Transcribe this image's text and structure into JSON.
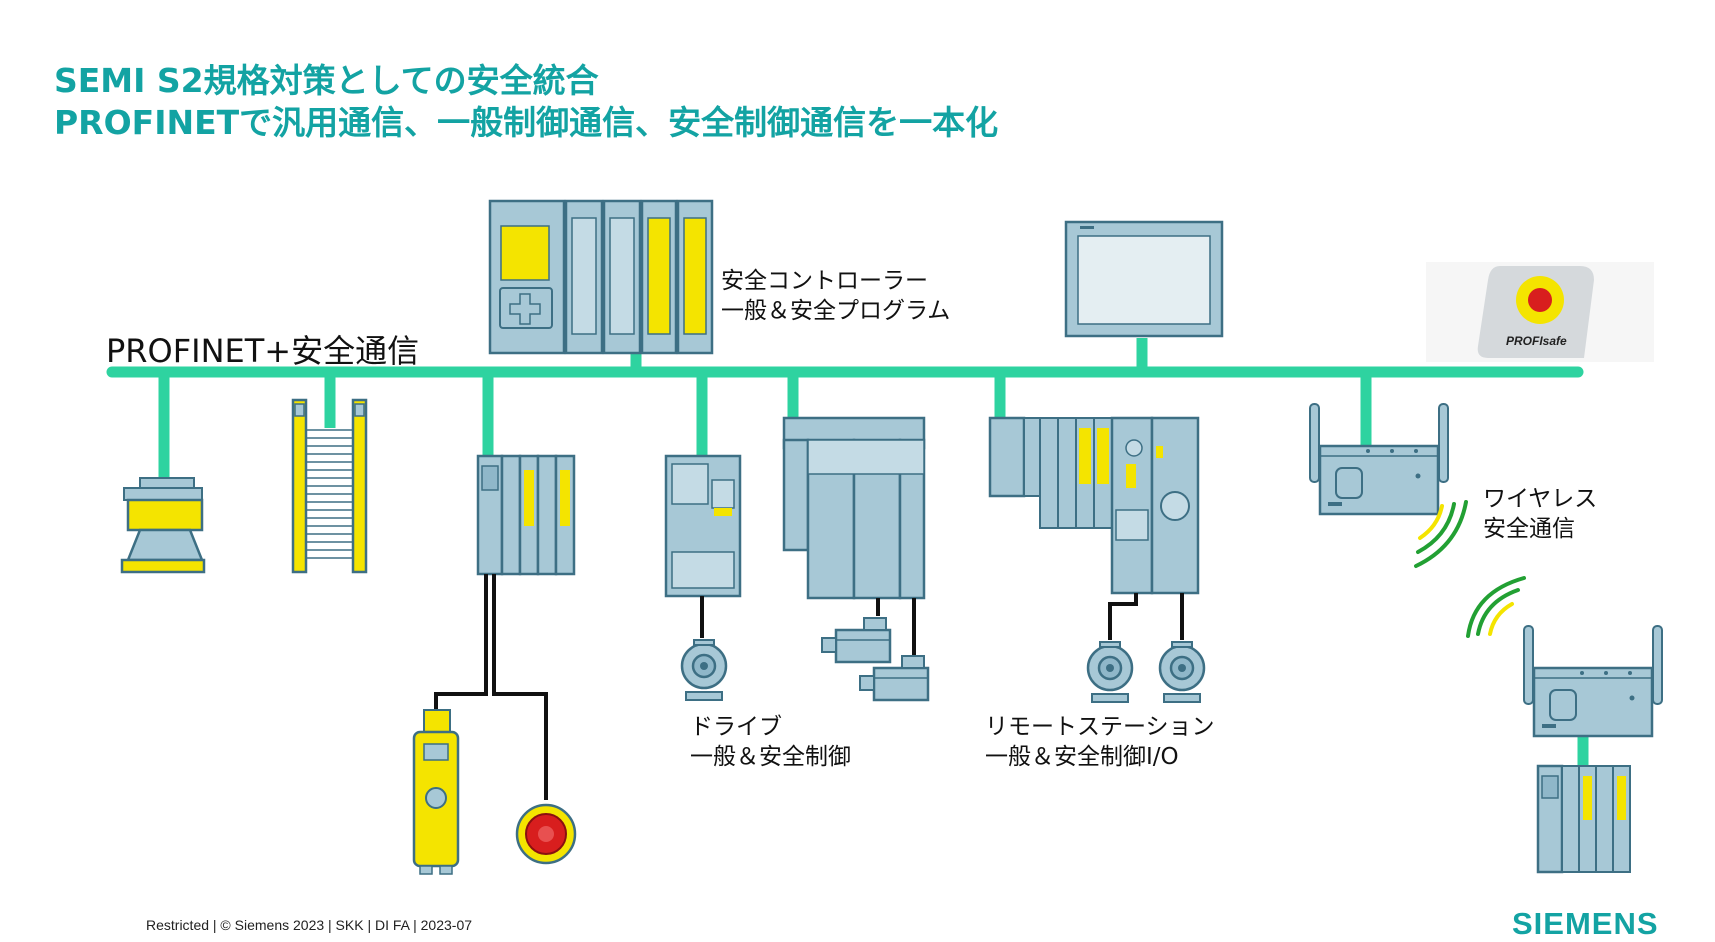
{
  "title": {
    "line1": "SEMI S2規格対策としての安全統合",
    "line2": "PROFINETで汎用通信、一般制御通信、安全制御通信を一本化"
  },
  "bus_label": "PROFINET+安全通信",
  "labels": {
    "controller": [
      "安全コントローラー",
      "一般＆安全プログラム"
    ],
    "drive": [
      "ドライブ",
      "一般＆安全制御"
    ],
    "remote": [
      "リモートステーション",
      "一般＆安全制御I/O"
    ],
    "wireless": [
      "ワイヤレス",
      "安全通信"
    ]
  },
  "profisafe_logo": "PROFIsafe",
  "footer": "Restricted | © Siemens 2023 | SKK | DI FA | 2023-07",
  "brand": "SIEMENS",
  "colors": {
    "accent": "#13a3a3",
    "bus": "#2ed3a0",
    "device": "#a7c8d6",
    "device_stroke": "#3d6f84",
    "safety_yellow": "#f4e400",
    "stop_red": "#d81e1e"
  },
  "icons": [
    "safety-scanner-icon",
    "light-curtain-icon",
    "io-module-icon",
    "door-switch-icon",
    "emergency-stop-icon",
    "drive-icon",
    "motor-icon",
    "servo-drive-icon",
    "servo-motor-icon",
    "remote-station-icon",
    "hmi-panel-icon",
    "wireless-access-point-icon",
    "profisafe-logo-icon",
    "safety-controller-icon"
  ]
}
